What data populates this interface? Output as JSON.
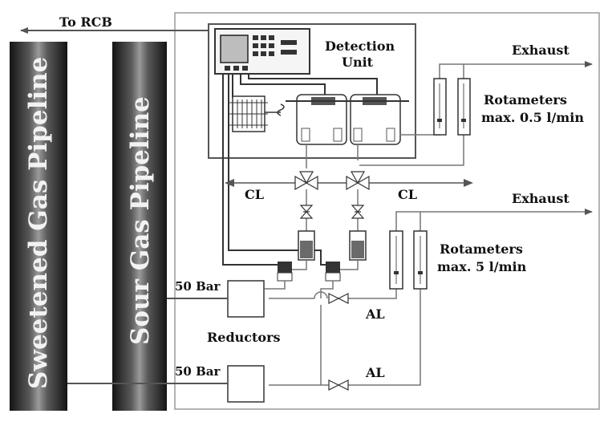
{
  "labels": {
    "to_rcb": "To RCB",
    "detection_unit_line1": "Detection",
    "detection_unit_line2": "Unit",
    "exhaust_top": "Exhaust",
    "exhaust_mid": "Exhaust",
    "rotameters_top_line1": "Rotameters",
    "rotameters_top_line2": "max. 0.5 l/min",
    "rotameters_mid_line1": "Rotameters",
    "rotameters_mid_line2": "max. 5 l/min",
    "cl_left": "CL",
    "cl_right": "CL",
    "al_top": "AL",
    "al_bottom": "AL",
    "bar_top": "50 Bar",
    "bar_bottom": "50 Bar",
    "reductors": "Reductors",
    "sweetened_pipeline": "Sweetened Gas Pipeline",
    "sour_pipeline": "Sour Gas Pipeline"
  },
  "colors": {
    "line": "#555555",
    "pipe_dark": "#1a1a1a",
    "pipe_light": "#8a8a8a",
    "frame": "#9a9a9a"
  }
}
